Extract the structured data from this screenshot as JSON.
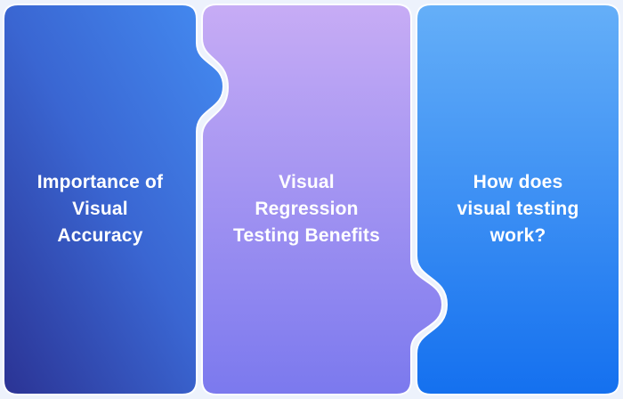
{
  "canvas": {
    "background_color": "#EDF2FC",
    "divider_color": "#FCFDFF",
    "text_color": "#FFFFFF"
  },
  "cards": [
    {
      "name": "importance-of-visual-accuracy",
      "lines": [
        "Importance of",
        "Visual",
        "Accuracy"
      ],
      "gradient": {
        "from": "#2B3394",
        "mid": "#3A66D2",
        "to": "#448CF2",
        "direction": "bottom-left to top-right"
      }
    },
    {
      "name": "visual-regression-testing-benefits",
      "lines": [
        "Visual",
        "Regression",
        "Testing Benefits"
      ],
      "gradient": {
        "from": "#C7ACF5",
        "to": "#7B79EE",
        "direction": "top to bottom"
      }
    },
    {
      "name": "how-does-visual-testing-work",
      "lines": [
        "How does",
        "visual testing",
        "work?"
      ],
      "gradient": {
        "from": "#65AFF8",
        "to": "#1470EF",
        "direction": "top to bottom"
      }
    }
  ]
}
